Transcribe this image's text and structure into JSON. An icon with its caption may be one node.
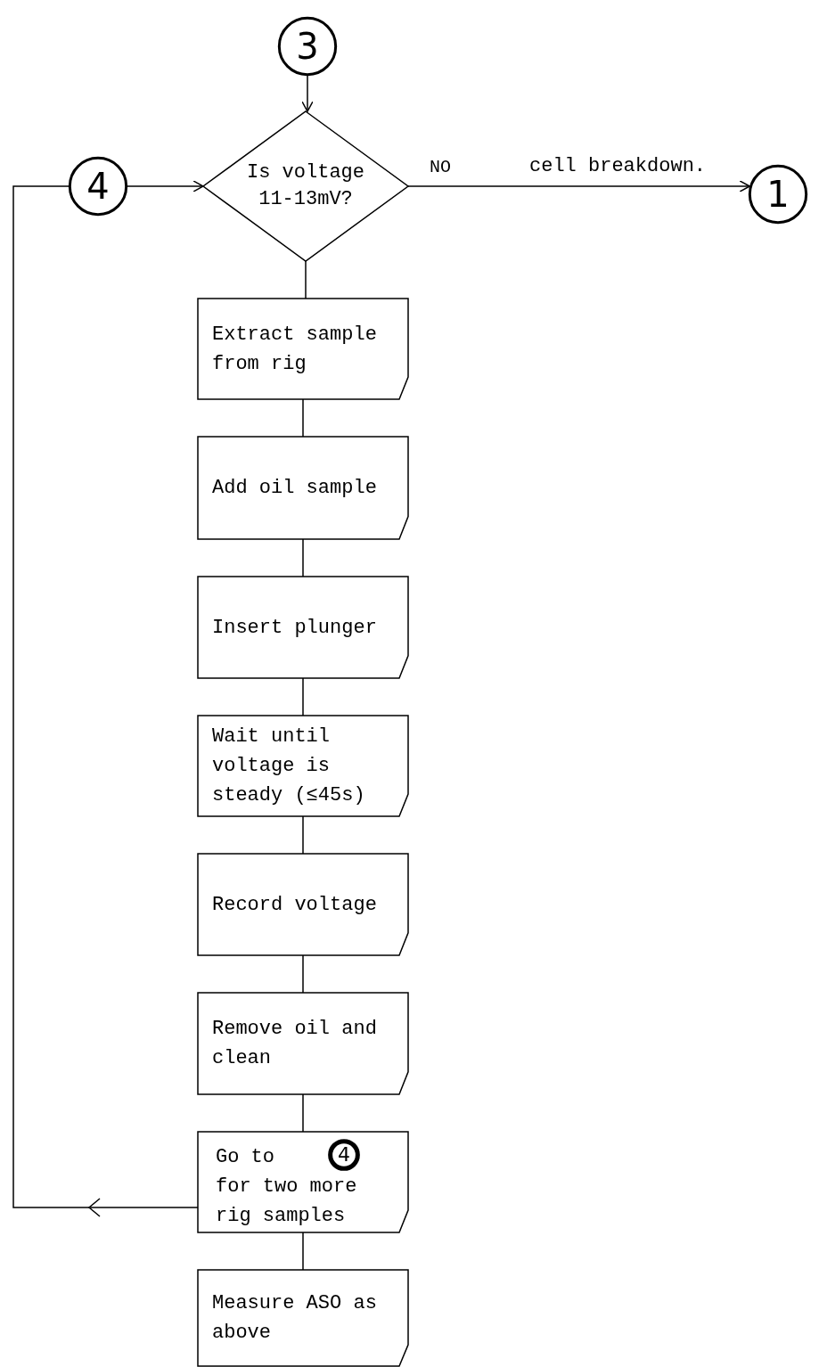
{
  "diagram": {
    "nodes": [
      {
        "text": [
          "3"
        ]
      },
      {
        "text": [
          "Is voltage 11-13mV?"
        ]
      },
      {
        "text": [
          "4"
        ]
      },
      {
        "text": [
          "1"
        ]
      },
      {
        "text": [
          "Extract sample from rig"
        ]
      },
      {
        "text": [
          "Add oil sample"
        ]
      },
      {
        "text": [
          "Insert plunger"
        ]
      },
      {
        "text": [
          "Wait until voltage is steady (≤45s)"
        ]
      },
      {
        "text": [
          "Record voltage"
        ]
      },
      {
        "text": [
          "Remove oil and clean"
        ]
      },
      {
        "text": [
          "Go to",
          "for two more rig samples"
        ]
      },
      {
        "text": [
          "4"
        ],
        "in": 10
      },
      {
        "text": [
          "Measure ASO as above"
        ]
      }
    ],
    "edges": [
      {
        "from": 0,
        "to": 1,
        "arrow": "to"
      },
      {
        "from": 2,
        "to": 1,
        "arrow": "to"
      },
      {
        "from": 1,
        "to": 3,
        "arrow": "to",
        "label": "NO"
      },
      {
        "from": 1,
        "to": 4,
        "arrow": "none"
      },
      {
        "from": 4,
        "to": 5,
        "arrow": "none"
      },
      {
        "from": 5,
        "to": 6,
        "arrow": "none"
      },
      {
        "from": 6,
        "to": 7,
        "arrow": "none"
      },
      {
        "from": 7,
        "to": 8,
        "arrow": "none"
      },
      {
        "from": 8,
        "to": 9,
        "arrow": "none"
      },
      {
        "from": 9,
        "to": 10,
        "arrow": "none"
      },
      {
        "from": 10,
        "to": 2,
        "arrow": "to"
      },
      {
        "from": 10,
        "to": 12,
        "arrow": "none"
      }
    ],
    "labels": [
      "cell breakdown."
    ]
  }
}
